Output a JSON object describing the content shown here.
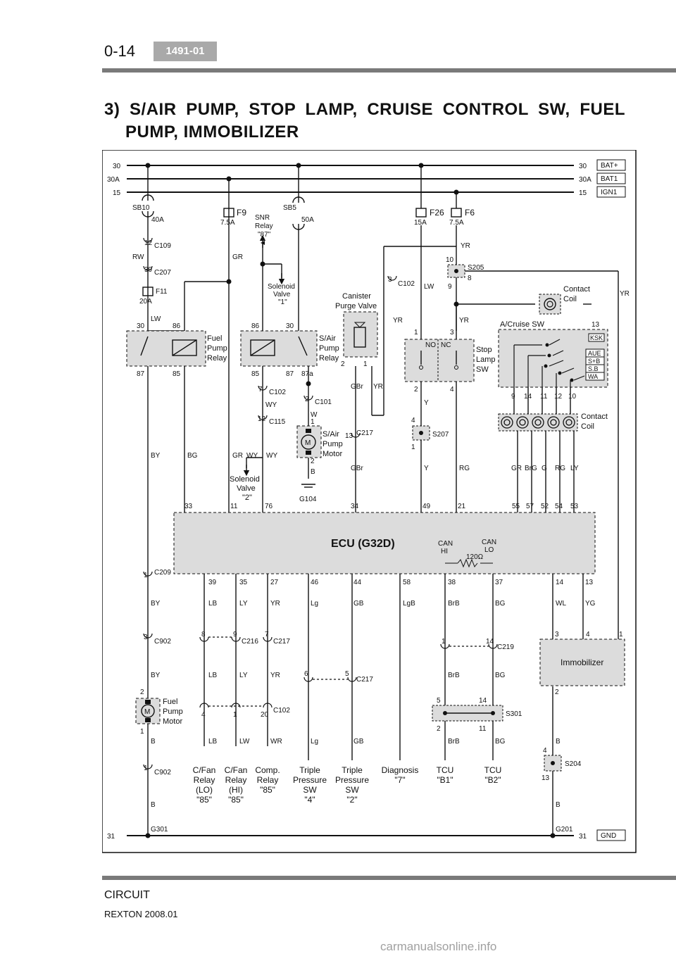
{
  "header": {
    "page_number": "0-14",
    "section_code": "1491-01"
  },
  "title": {
    "line1": "3) S/AIR PUMP, STOP LAMP, CRUISE CONTROL SW, FUEL",
    "line2": "PUMP, IMMOBILIZER"
  },
  "footer": {
    "label": "CIRCUIT",
    "model": "REXTON 2008.01",
    "watermark": "carmanualsonline.info"
  },
  "colors": {
    "box_fill": "#dcdcdc",
    "line": "#111111",
    "bar": "#7a7a7a"
  },
  "diagram": {
    "rails": [
      {
        "left": "30",
        "right": "30",
        "tag": "BAT+"
      },
      {
        "left": "30A",
        "right": "30A",
        "tag": "BAT1"
      },
      {
        "left": "15",
        "right": "15",
        "tag": "IGN1"
      }
    ],
    "ground_rail": {
      "left": "31",
      "right": "31",
      "tag": "GND"
    },
    "ecu": {
      "name": "ECU (G32D)",
      "can_hi": [
        "CAN",
        "HI"
      ],
      "can_lo": [
        "CAN",
        "LO"
      ],
      "resistor": "120Ω"
    },
    "immobilizer": "Immobilizer",
    "components": {
      "fuel_pump_relay": [
        "Fuel",
        "Pump",
        "Relay"
      ],
      "sair_pump_relay": [
        "S/Air",
        "Pump",
        "Relay"
      ],
      "snr_relay": [
        "SNR",
        "Relay",
        "\"87\""
      ],
      "solenoid_valve_1": [
        "Solenoid",
        "Valve",
        "\"1\""
      ],
      "solenoid_valve_2": [
        "Solenoid",
        "Valve",
        "\"2\""
      ],
      "canister": [
        "Canister",
        "Purge Valve"
      ],
      "stop_lamp_sw": [
        "Stop",
        "Lamp",
        "SW"
      ],
      "acruise_sw": "A/Cruise SW",
      "contact_coil": [
        "Contact",
        "Coil"
      ],
      "sair_pump_motor": [
        "S/Air",
        "Pump",
        "Motor"
      ],
      "fuel_pump_motor": [
        "Fuel",
        "Pump",
        "Motor"
      ],
      "motor_symbol": "M",
      "switch_no": "NO",
      "switch_nc": "NC",
      "cruise_keys": [
        "KSK",
        "AUE",
        "S+B",
        "S.B",
        "WA"
      ]
    },
    "fuses": {
      "sb10": [
        "SB10",
        "40A"
      ],
      "sb5": [
        "SB5",
        "50A"
      ],
      "f9": [
        "F9",
        "7.5A"
      ],
      "f26": [
        "F26",
        "15A"
      ],
      "f6": [
        "F6",
        "7.5A"
      ],
      "f11": [
        "F11",
        "20A"
      ]
    },
    "destinations": [
      [
        "C/Fan",
        "Relay",
        "(LO)",
        "\"85\""
      ],
      [
        "C/Fan",
        "Relay",
        "(HI)",
        "\"85\""
      ],
      [
        "Comp.",
        "Relay",
        "\"85\""
      ],
      [
        "Triple",
        "Pressure",
        "SW",
        "\"4\""
      ],
      [
        "Triple",
        "Pressure",
        "SW",
        "\"2\""
      ],
      [
        "Diagnosis",
        "\"7\""
      ],
      [
        "TCU",
        "\"B1\""
      ],
      [
        "TCU",
        "\"B2\""
      ]
    ],
    "grounds": {
      "g104": "G104",
      "g301": "G301",
      "g201": "G201"
    },
    "splices": {
      "s205": "S205",
      "s207": "S207",
      "s301": "S301",
      "s204": "S204"
    },
    "connectors": {
      "c109": "C109",
      "c207": "C207",
      "c102": "C102",
      "c101": "C101",
      "c115": "C115",
      "c217": "C217",
      "c209": "C209",
      "c902": "C902",
      "c216": "C216",
      "c219": "C219"
    },
    "ecu_top_pins": [
      "33",
      "11",
      "76",
      "34",
      "49",
      "21",
      "55",
      "57",
      "52",
      "54",
      "53"
    ],
    "ecu_bottom_pins": [
      "39",
      "35",
      "27",
      "46",
      "44",
      "58",
      "38",
      "37",
      "14",
      "13"
    ],
    "contact_coil_pins": [
      "9",
      "14",
      "11",
      "12",
      "10"
    ],
    "wire_colors": {
      "rw": "RW",
      "lw": "LW",
      "gr": "GR",
      "by": "BY",
      "bg": "BG",
      "wy": "WY",
      "w": "W",
      "b": "B",
      "gbr": "GBr",
      "yr": "YR",
      "y": "Y",
      "rg": "RG",
      "brg": "BrG",
      "g": "G",
      "ly": "LY",
      "lb": "LB",
      "lg": "Lg",
      "gb": "GB",
      "lgb": "LgB",
      "brb": "BrB",
      "wl": "WL",
      "yg": "YG",
      "wr": "WR"
    },
    "pin_numbers": {
      "p1": "1",
      "p2": "2",
      "p3": "3",
      "p4": "4",
      "p5": "5",
      "p6": "6",
      "p7": "7",
      "p8": "8",
      "p9": "9",
      "p10": "10",
      "p11": "11",
      "p12": "12",
      "p13": "13",
      "p14": "14",
      "p20": "20",
      "p39": "39",
      "p30": "30",
      "p85": "85",
      "p86": "86",
      "p87": "87",
      "p87a": "87a"
    }
  }
}
